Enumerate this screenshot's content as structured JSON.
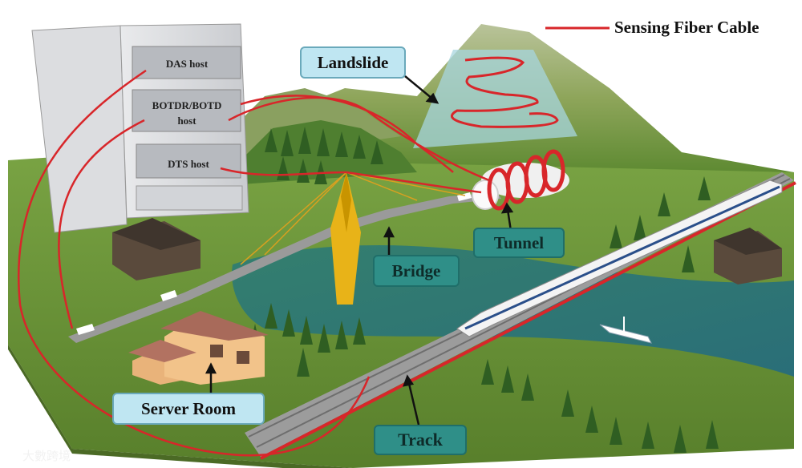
{
  "legend": {
    "label": "Sensing Fiber Cable",
    "color": "#d8262a"
  },
  "rack": {
    "hosts": [
      "DAS host",
      "BOTDR/BOTD",
      "host",
      "DTS host"
    ]
  },
  "labels": {
    "landslide": "Landslide",
    "tunnel": "Tunnel",
    "bridge": "Bridge",
    "server_room": "Server Room",
    "track": "Track"
  },
  "watermark": "大數跨境",
  "colors": {
    "fiber": "#d8262a",
    "grass": "#6f9a3a",
    "water": "#2f7f72",
    "mountain": "#8aa35a",
    "label_box": "#bfe6f2",
    "label_box_dark": "#2f8f88"
  }
}
